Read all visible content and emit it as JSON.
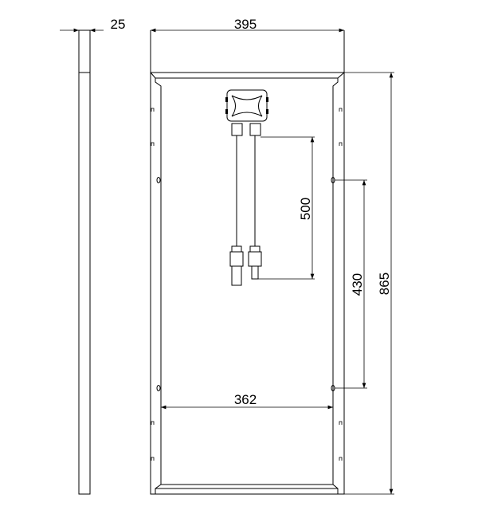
{
  "drawing": {
    "dimensions": {
      "thickness": "25",
      "width": "395",
      "height": "865",
      "cable_length": "500",
      "mounting_hole_vertical": "430",
      "mounting_hole_horizontal": "362"
    }
  }
}
